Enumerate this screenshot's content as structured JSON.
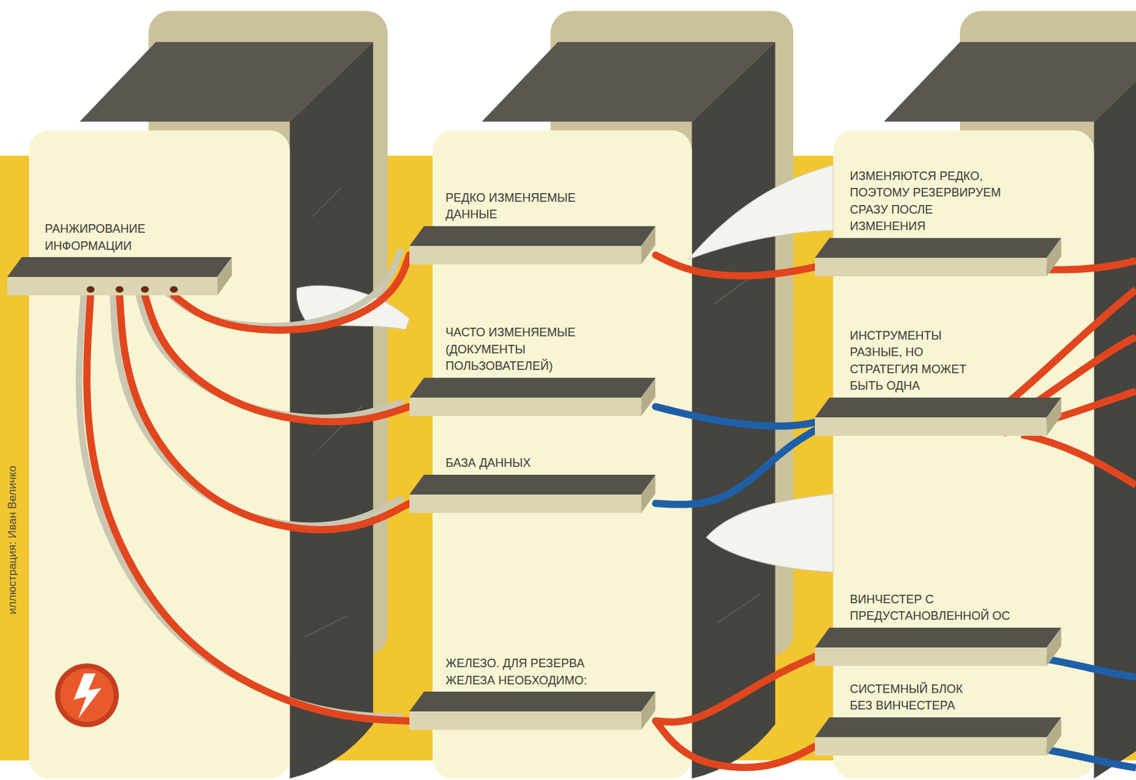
{
  "diagram": {
    "nodes": [
      {
        "text": [
          "РАНЖИРОВАНИЕ ИНФОРМАЦИИ"
        ]
      },
      {
        "text": [
          "РЕДКО ИЗМЕНЯЕМЫЕ ДАННЫЕ"
        ]
      },
      {
        "text": [
          "ЧАСТО ИЗМЕНЯЕМЫЕ (ДОКУМЕНТЫ ПОЛЬЗОВАТЕЛЕЙ)"
        ]
      },
      {
        "text": [
          "БАЗА ДАННЫХ"
        ]
      },
      {
        "text": [
          "ЖЕЛЕЗО. ДЛЯ РЕЗЕРВА ЖЕЛЕЗА НЕОБХОДИМО:"
        ]
      },
      {
        "text": [
          "ИЗМЕНЯЮТСЯ РЕДКО, ПОЭТОМУ РЕЗЕРВИРУЕМ СРАЗУ ПОСЛЕ ИЗМЕНЕНИЯ"
        ]
      },
      {
        "text": [
          "ИНСТРУМЕНТЫ РАЗНЫЕ, НО СТРАТЕГИЯ МОЖЕТ БЫТЬ ОДНА"
        ]
      },
      {
        "text": [
          "ВИНЧЕСТЕР С ПРЕДУСТАНОВЛЕННОЙ ОС"
        ]
      },
      {
        "text": [
          "СИСТЕМНЫЙ БЛОК БЕЗ ВИНЧЕСТЕРА"
        ]
      }
    ],
    "edges": [
      {
        "from": 0,
        "to": 1,
        "arrow": "none"
      },
      {
        "from": 0,
        "to": 2,
        "arrow": "none"
      },
      {
        "from": 0,
        "to": 3,
        "arrow": "none"
      },
      {
        "from": 0,
        "to": 4,
        "arrow": "none"
      },
      {
        "from": 1,
        "to": 5,
        "arrow": "none"
      },
      {
        "from": 2,
        "to": 6,
        "arrow": "none"
      },
      {
        "from": 3,
        "to": 6,
        "arrow": "none"
      },
      {
        "from": 4,
        "to": 7,
        "arrow": "none"
      },
      {
        "from": 4,
        "to": 8,
        "arrow": "none"
      }
    ],
    "labels": [
      "иллюстрация: Иван Величко"
    ]
  }
}
